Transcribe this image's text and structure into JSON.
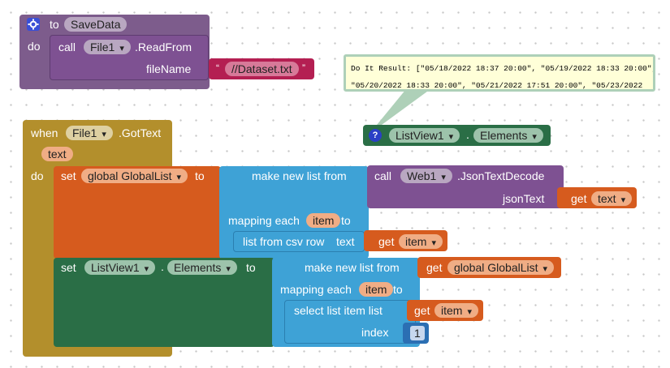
{
  "save_proc": {
    "to_label": "to",
    "name": "SaveData",
    "do_label": "do",
    "call_label": "call",
    "component": "File1",
    "method": ".ReadFrom",
    "param_label": "fileName",
    "text_value": "//Dataset.txt",
    "quote_open": "“",
    "quote_close": "”"
  },
  "tooltip": {
    "line1": "Do It Result: [\"05/18/2022 18:37 20:00\", \"05/19/2022 18:33 20:00\",",
    "line2": "\"05/20/2022 18:33 20:00\", \"05/21/2022 17:51 20:00\", \"05/23/2022"
  },
  "floating_getter": {
    "component": "ListView1",
    "dot": ".",
    "property": "Elements",
    "help_glyph": "?"
  },
  "event": {
    "when_label": "when",
    "component": "File1",
    "event_name": ".GotText",
    "param": "text",
    "do_label": "do"
  },
  "set_global": {
    "set_label": "set",
    "var_name": "global GlobalList",
    "to_label": "to",
    "make_list": "make new list from",
    "mapping_label": "mapping each",
    "item_var": "item",
    "to_label2": "to",
    "csv_label": "list from csv row",
    "csv_param": "text",
    "get_label": "get",
    "get_item": "item"
  },
  "json_call": {
    "call_label": "call",
    "component": "Web1",
    "method": ".JsonTextDecode",
    "param_label": "jsonText",
    "get_label": "get",
    "get_var": "text"
  },
  "set_listview": {
    "set_label": "set",
    "component": "ListView1",
    "dot": ".",
    "property": "Elements",
    "to_label": "to",
    "make_list": "make new list from",
    "get_label": "get",
    "get_var": "global GlobalList",
    "mapping_label": "mapping each",
    "item_var": "item",
    "to_label2": "to",
    "select_label": "select list item  list",
    "get_label2": "get",
    "get_item": "item",
    "index_label": "index",
    "index_value": "1"
  },
  "colors": {
    "procedure": "#7d5c8c",
    "event": "#b38f2c",
    "variable": "#d65b1e",
    "component": "#2a6e46",
    "list": "#3ea2d6",
    "text": "#b41f52",
    "math": "#2b6fb3"
  }
}
